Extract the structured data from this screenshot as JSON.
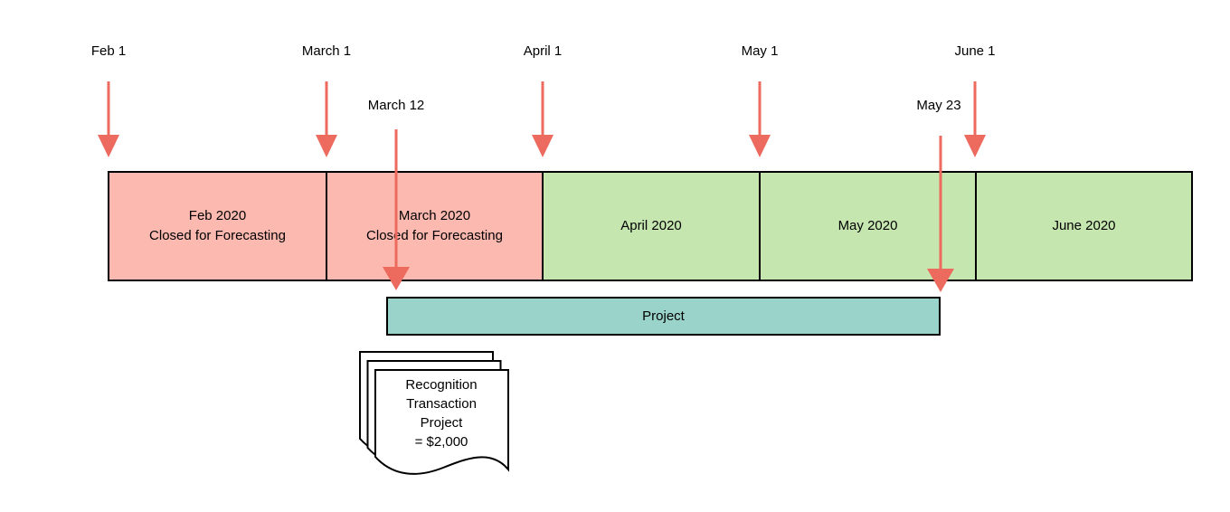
{
  "diagram": {
    "colors": {
      "closed_month_fill": "#FCB9B0",
      "open_month_fill": "#C5E7AF",
      "project_fill": "#99D3CA",
      "arrow_color": "#EC6A5E",
      "border_color": "#000000",
      "text_color": "#000000"
    },
    "date_markers": [
      {
        "label": "Feb 1"
      },
      {
        "label": "March 1"
      },
      {
        "label": "April 1"
      },
      {
        "label": "May 1"
      },
      {
        "label": "June 1"
      },
      {
        "label": "March 12"
      },
      {
        "label": "May 23"
      }
    ],
    "months": [
      {
        "name": "Feb 2020",
        "note": "Closed for Forecasting",
        "status": "closed"
      },
      {
        "name": "March 2020",
        "note": "Closed for Forecasting",
        "status": "closed"
      },
      {
        "name": "April 2020",
        "note": "",
        "status": "open"
      },
      {
        "name": "May 2020",
        "note": "",
        "status": "open"
      },
      {
        "name": "June 2020",
        "note": "",
        "status": "open"
      }
    ],
    "project_bar": {
      "label": "Project"
    },
    "document_shape": {
      "lines": [
        "Recognition",
        "Transaction",
        "Project",
        "= $2,000"
      ]
    }
  }
}
